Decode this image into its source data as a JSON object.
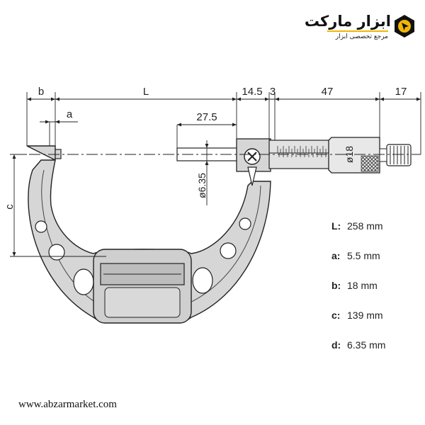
{
  "brand": {
    "name": "ابزار مارکت",
    "tagline": "مرجع تخصصی ابزار",
    "website": "www.abzarmarket.com",
    "accent_color": "#f2b705",
    "logo_icon": "cursor-hexagon-icon"
  },
  "dimensions": {
    "b": "b",
    "L": "L",
    "a": "a",
    "c": "c",
    "d_14_5": "14.5",
    "d_3": "3",
    "d_47": "47",
    "d_17": "17",
    "d_27_5": "27.5",
    "spindle_dia": "ø6.35",
    "thimble_dia": "ø18"
  },
  "specs": [
    {
      "key": "L:",
      "value": "258 mm"
    },
    {
      "key": "a:",
      "value": "5.5 mm"
    },
    {
      "key": "b:",
      "value": "18 mm"
    },
    {
      "key": "c:",
      "value": "139 mm"
    },
    {
      "key": "d:",
      "value": "6.35 mm"
    }
  ]
}
